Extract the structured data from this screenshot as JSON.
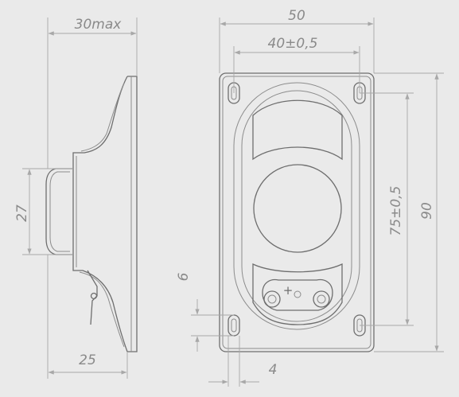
{
  "dimensions": {
    "side_depth": "30max",
    "dome_height": "27",
    "side_base": "25",
    "frame_width": "50",
    "hole_spacing_horizontal": "40±0,5",
    "frame_height": "90",
    "hole_spacing_vertical": "75±0,5",
    "slot_length": "6",
    "slot_width": "4"
  },
  "terminal_label": "+"
}
